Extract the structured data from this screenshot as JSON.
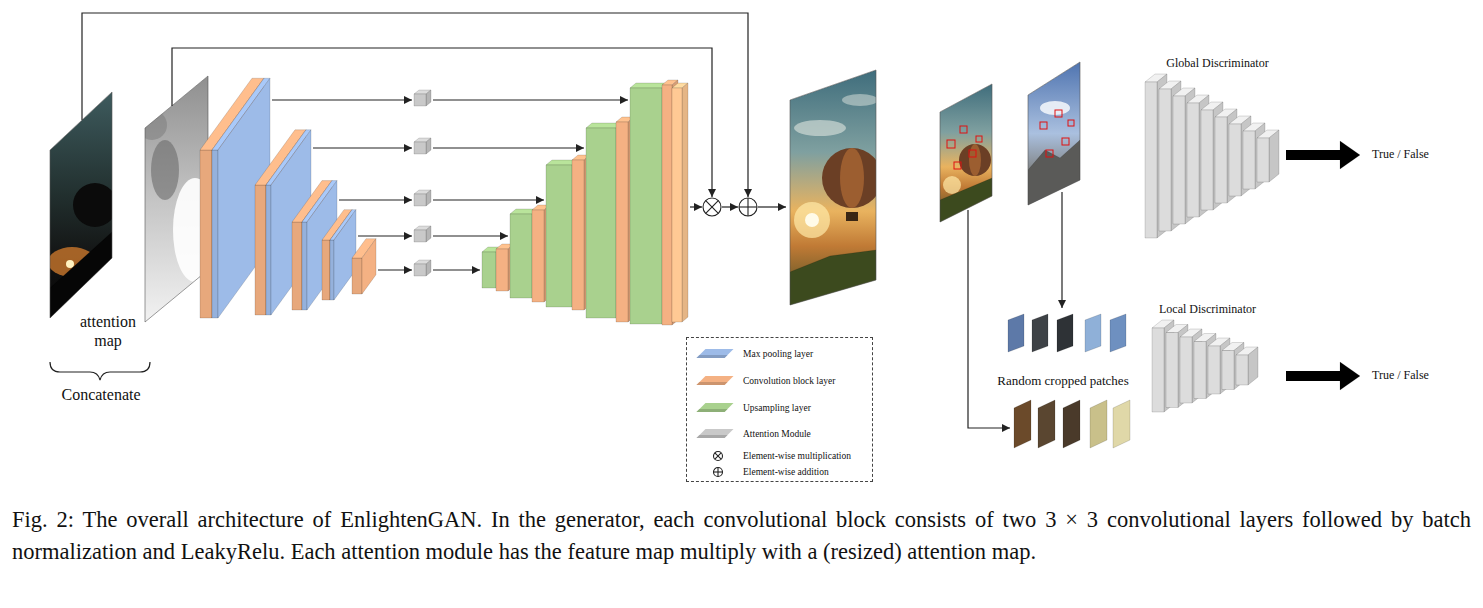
{
  "diagram": {
    "caption": "Fig. 2: The overall architecture of EnlightenGAN. In the generator, each convolutional block consists of two 3 × 3 convolutional layers followed by batch normalization and LeakyRelu. Each attention module has the feature map multiply with a (resized) attention map.",
    "nodes": [
      {
        "text": [
          "attention map"
        ]
      },
      {
        "text": [
          "Random cropped patches"
        ]
      },
      {
        "text": [
          "Global Discriminator"
        ]
      },
      {
        "text": [
          "Local Discriminator"
        ]
      }
    ],
    "labels": [
      "Concatenate",
      "True / False",
      "True / False"
    ],
    "legend": [
      {
        "text": "Max pooling layer",
        "color": "#9dbbe8"
      },
      {
        "text": "Convolution block layer",
        "color": "#f4b183"
      },
      {
        "text": "Upsampling layer",
        "color": "#a9d18e"
      },
      {
        "text": "Attention Module",
        "color": "#c9c9c9"
      },
      {
        "text": "Element-wise multiplication"
      },
      {
        "text": "Element-wise addition"
      }
    ]
  }
}
